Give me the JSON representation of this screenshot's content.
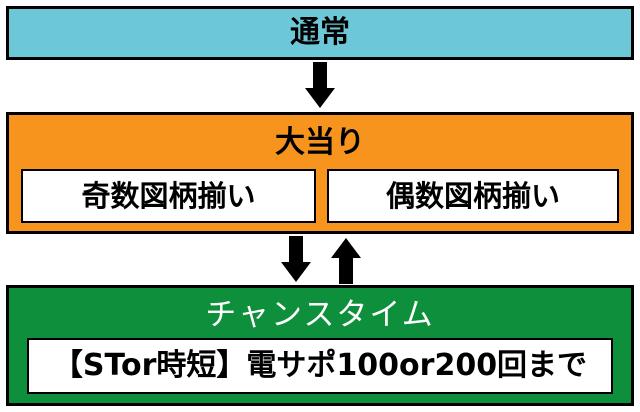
{
  "colors": {
    "normal_fill": "#6cc8d8",
    "jackpot_fill": "#f7941d",
    "chance_fill": "#0e8f3c",
    "border": "#000000",
    "inner_fill": "#ffffff"
  },
  "normal": {
    "label": "通常"
  },
  "jackpot": {
    "title": "大当り",
    "odd_label": "奇数図柄揃い",
    "even_label": "偶数図柄揃い"
  },
  "chance_time": {
    "title": "チャンスタイム",
    "detail": "【STor時短】電サポ100or200回まで"
  },
  "connections": [
    {
      "from": "normal",
      "to": "jackpot"
    },
    {
      "from": "jackpot",
      "to": "chance_time"
    },
    {
      "from": "chance_time",
      "to": "jackpot"
    }
  ]
}
